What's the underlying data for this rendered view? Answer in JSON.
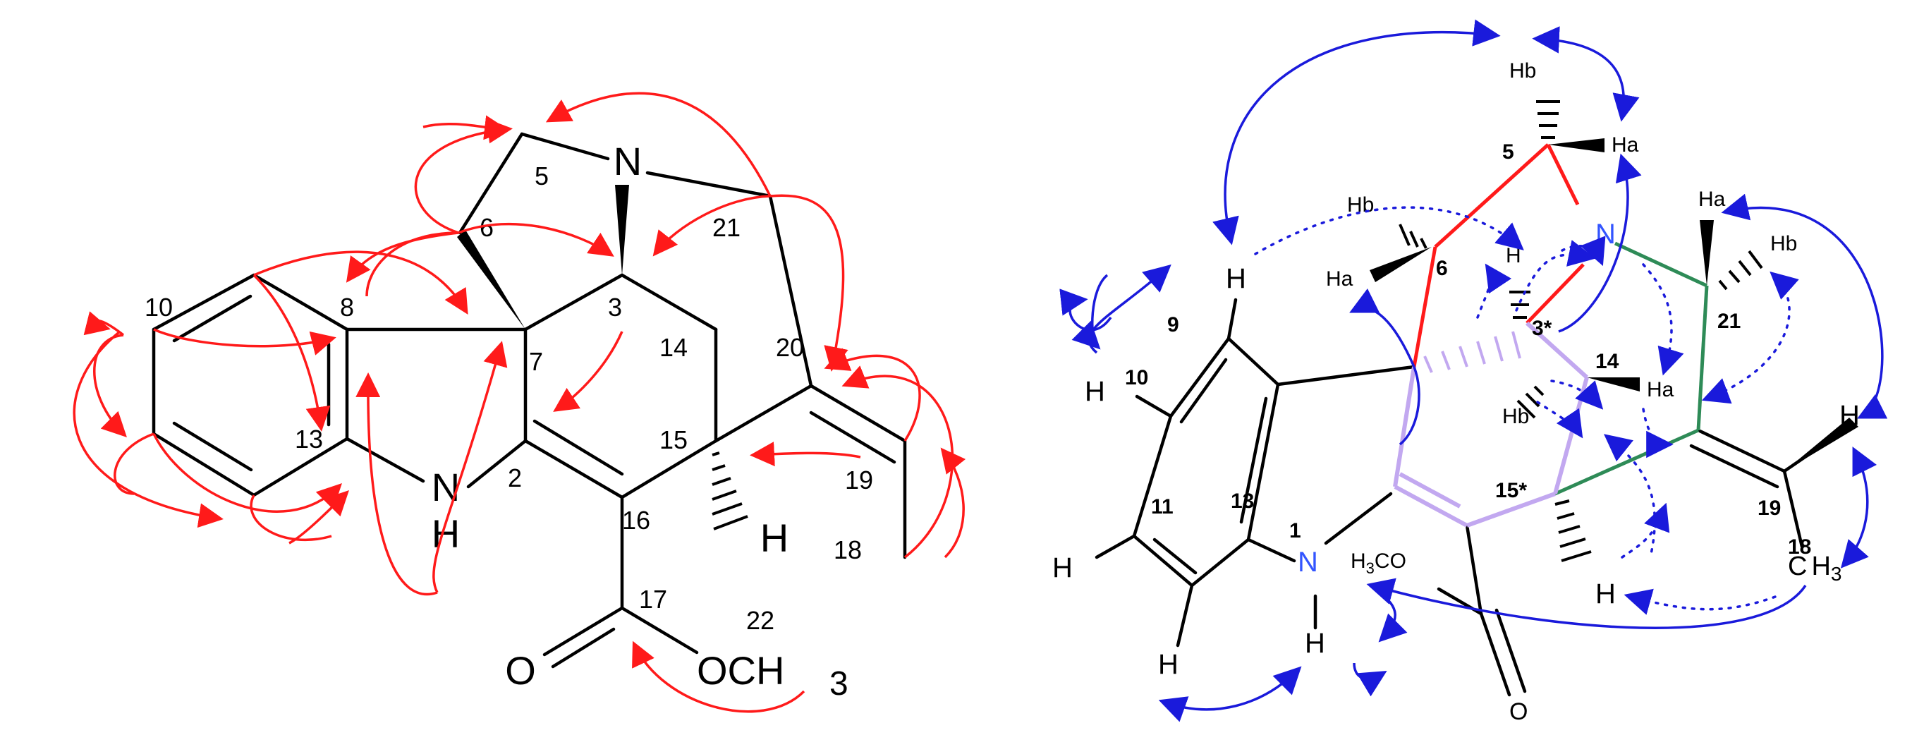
{
  "left_structure": {
    "atom_labels": {
      "N4": "N",
      "N1": "N",
      "H1": "H",
      "H15": "H",
      "carbonyl_O": "O",
      "ester_O": "OCH",
      "ester_O_sub": "3"
    },
    "locants": [
      "5",
      "21",
      "6",
      "3",
      "10",
      "8",
      "14",
      "20",
      "7",
      "13",
      "2",
      "15",
      "19",
      "16",
      "18",
      "17",
      "22"
    ]
  },
  "right_structure": {
    "atom_labels": {
      "N4": "N",
      "N1": "N",
      "H_N1": "H",
      "O": "O",
      "H3CO": "H",
      "H3CO_sub": "3",
      "H3CO_tail": "CO",
      "C18": "C",
      "C18_H": "H",
      "C18_sub": "3",
      "H9": "H",
      "H10": "H",
      "H11": "H",
      "H12": "H",
      "H19": "H",
      "H15": "H",
      "H3": "H"
    },
    "locants": {
      "c5": "5",
      "c6": "6",
      "c3": "3*",
      "c14": "14",
      "c21": "21",
      "c9": "9",
      "c10": "10",
      "c11": "11",
      "c13": "13",
      "c1": "1",
      "c15": "15*",
      "c19": "19",
      "c18": "18"
    },
    "proton_labels": {
      "h5b": "Hb",
      "h5a": "Ha",
      "h6b": "Hb",
      "h6a": "Ha",
      "h21a": "Ha",
      "h21b": "Hb",
      "h14a": "Ha",
      "h14b": "Hb"
    }
  },
  "colors": {
    "bond": "#000000",
    "hmbc_arrow": "#ff1a1a",
    "noesy_arrow": "#1a1adb",
    "cosy_red": "#ff1a1a",
    "cosy_green": "#2e8b57",
    "cosy_purple": "#c2a8f0",
    "nitrogen_right": "#3355ff"
  }
}
